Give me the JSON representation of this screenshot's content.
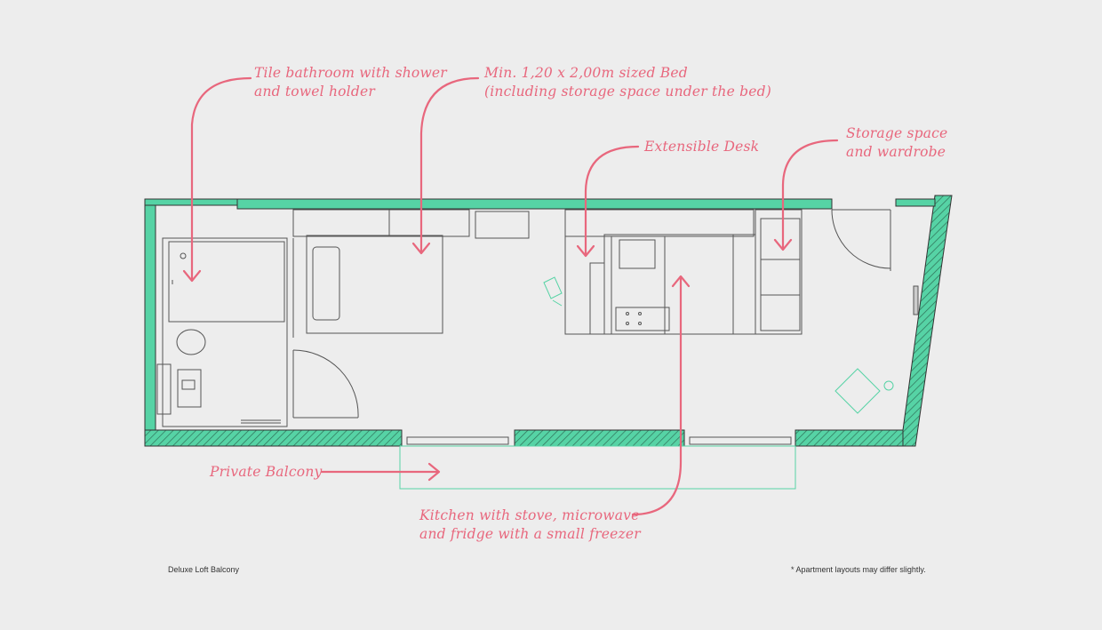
{
  "annotations": {
    "bathroom": [
      "Tile bathroom with shower",
      "and towel holder"
    ],
    "bed": [
      "Min. 1,20 x 2,00m sized Bed",
      "(including storage space under the bed)"
    ],
    "desk": [
      "Extensible Desk"
    ],
    "storage": [
      "Storage space",
      "and wardrobe"
    ],
    "balcony": [
      "Private Balcony"
    ],
    "kitchen": [
      "Kitchen with stove, microwave",
      "and fridge with a small freezer"
    ]
  },
  "footer": {
    "plan_name": "Deluxe Loft Balcony",
    "disclaimer": "* Apartment layouts may differ slightly."
  },
  "colors": {
    "wall": "#56d3a5",
    "annotation": "#e8677d",
    "line": "#444444",
    "background": "#ededed"
  },
  "icons": [
    "arrow-icon",
    "chair-icon",
    "armchair-icon",
    "toilet-icon",
    "sink-icon",
    "stove-icon",
    "pillow-icon"
  ]
}
